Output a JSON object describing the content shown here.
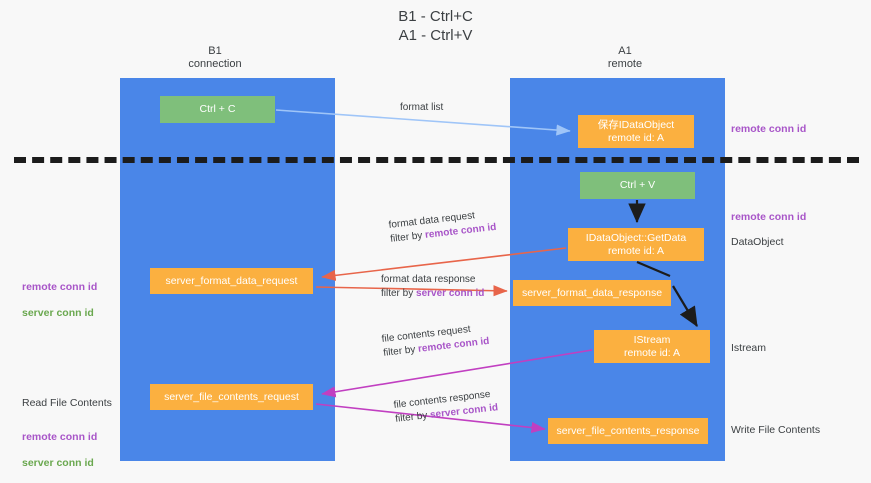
{
  "title": "B1 - Ctrl+C\nA1 - Ctrl+V",
  "columns": {
    "left": {
      "header": "B1\nconnection"
    },
    "right": {
      "header": "A1\nremote"
    }
  },
  "nodes": {
    "ctrl_c": {
      "label": "Ctrl + C",
      "color": "#7fbf7b"
    },
    "ctrl_v": {
      "label": "Ctrl + V",
      "color": "#7fbf7b"
    },
    "idataobject": {
      "label": "保存IDataObject\nremote id: A",
      "color": "#fbb040"
    },
    "getdata": {
      "label": "IDataObject::GetData\nremote id: A",
      "color": "#fbb040"
    },
    "istream": {
      "label": "IStream\nremote id: A",
      "color": "#fbb040"
    },
    "server_format_data_request": {
      "label": "server_format_data_request",
      "color": "#fbb040"
    },
    "server_format_data_response": {
      "label": "server_format_data_response",
      "color": "#fbb040"
    },
    "server_file_contents_request": {
      "label": "server_file_contents_request",
      "color": "#fbb040"
    },
    "server_file_contents_response": {
      "label": "server_file_contents_response",
      "color": "#fbb040"
    }
  },
  "edges": {
    "format_list": {
      "line1": "format list",
      "line2": ""
    },
    "format_data_request": {
      "line1": "format data request",
      "line2_prefix": "filter by ",
      "line2_highlight": "remote conn id"
    },
    "format_data_response": {
      "line1": "format data response",
      "line2_prefix": "filter by ",
      "line2_highlight": "server conn id"
    },
    "file_contents_request": {
      "line1": "file contents request",
      "line2_prefix": "filter by ",
      "line2_highlight": "remote conn id"
    },
    "file_contents_response": {
      "line1": "file contents response",
      "line2_prefix": "filter by ",
      "line2_highlight": "server conn id"
    }
  },
  "annotations": {
    "right_remote_conn_top": "remote conn id",
    "right_remote_conn_mid": "remote conn id",
    "right_dataobject": "DataObject",
    "right_istream": "Istream",
    "right_write_file": "Write File Contents",
    "left_mid_remote": "remote conn id",
    "left_mid_server": "server conn id",
    "left_low_title": "Read File Contents",
    "left_low_remote": "remote conn id",
    "left_low_server": "server conn id"
  },
  "colors": {
    "lane": "#4a86e8",
    "green_node": "#7fbf7b",
    "orange_node": "#fbb040",
    "purple_text": "#a855c8",
    "green_text": "#6aa84f",
    "separator": "#1c1c1c",
    "arrow_light_blue": "#9fc5f8",
    "arrow_red": "#e8654a",
    "arrow_magenta": "#c13fc1",
    "arrow_black": "#1c1c1c",
    "background": "#f8f8f8"
  }
}
